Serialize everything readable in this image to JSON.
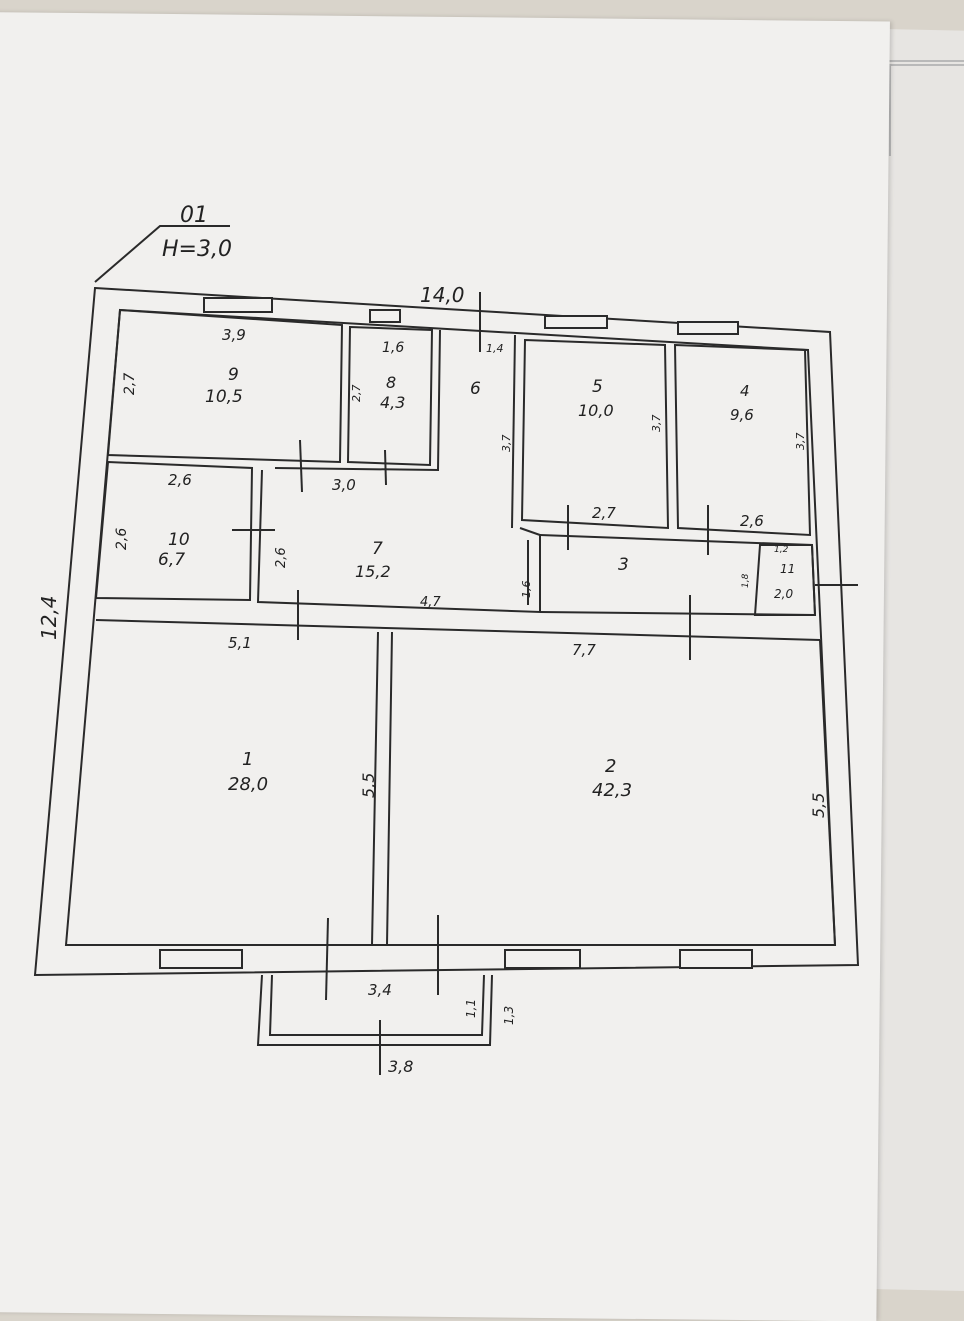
{
  "plan": {
    "label": "01",
    "height_label": "H=3,0",
    "overall_width": "14,0",
    "overall_depth": "12,4",
    "rooms": [
      {
        "num": "1",
        "area": "28,0"
      },
      {
        "num": "2",
        "area": "42,3"
      },
      {
        "num": "3",
        "area": ""
      },
      {
        "num": "4",
        "area": "9,6"
      },
      {
        "num": "5",
        "area": "10,0"
      },
      {
        "num": "6",
        "area": ""
      },
      {
        "num": "7",
        "area": "15,2"
      },
      {
        "num": "8",
        "area": "4,3"
      },
      {
        "num": "9",
        "area": "10,5"
      },
      {
        "num": "10",
        "area": "6,7"
      },
      {
        "num": "11",
        "area": "2,0"
      }
    ],
    "dims": {
      "r9_w": "3,9",
      "r9_h": "2,7",
      "r8_w": "1,6",
      "r8_h": "2,7",
      "r6_w": "1,4",
      "r6_h": "3,7",
      "r5_h": "3,7",
      "r5_w": "2,7",
      "r4_h": "3,7",
      "r4_w": "2,6",
      "r10_w": "2,6",
      "r10_h": "2,6",
      "r7_top": "3,0",
      "r7_h": "2,6",
      "r7_bottom": "4,7",
      "r3_h": "1,6",
      "r11_h": "1,2",
      "r11_w": "1,8",
      "r1_w": "5,1",
      "r1_h": "5,5",
      "r2_w": "7,7",
      "r2_h": "5,5",
      "porch_inner": "3,4",
      "porch_outer": "3,8",
      "porch_d1": "1,1",
      "porch_d2": "1,3"
    }
  }
}
